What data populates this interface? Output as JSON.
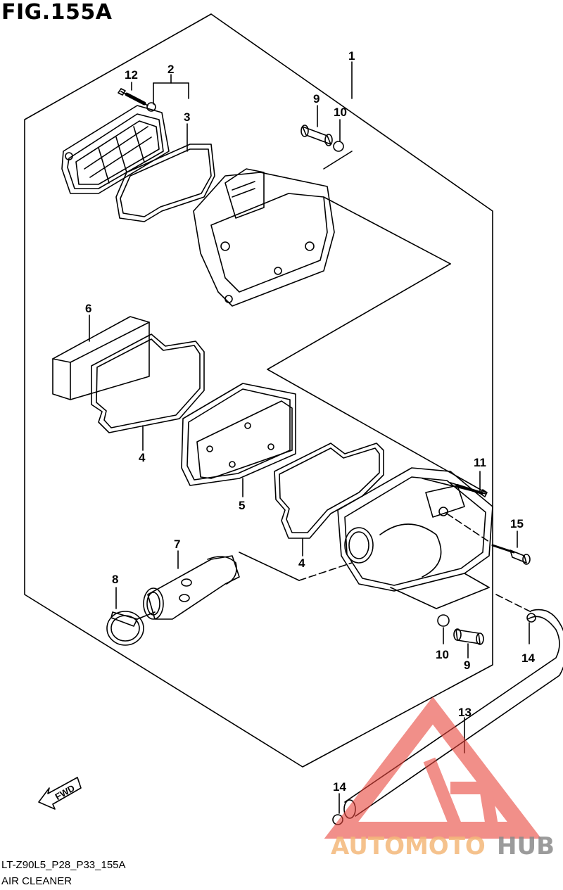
{
  "figure": {
    "title": "FIG.155A"
  },
  "footer": {
    "code": "LT-Z90L5_P28_P33_155A",
    "caption": "AIR CLEANER"
  },
  "callouts": [
    "1",
    "2",
    "3",
    "4",
    "4",
    "5",
    "6",
    "7",
    "8",
    "9",
    "9",
    "10",
    "10",
    "11",
    "12",
    "13",
    "14",
    "14",
    "15"
  ],
  "fwd": {
    "label": "FWD"
  },
  "watermark": {
    "part1": "AUTOMOTO",
    "part2": "HUB",
    "colors": {
      "mark": "#e8453c",
      "text1": "#f4b87a",
      "text2": "#8a8a8a"
    }
  }
}
